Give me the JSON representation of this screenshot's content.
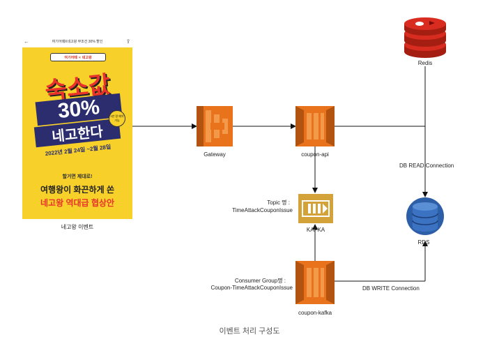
{
  "banner": {
    "header_title": "여기어때X네고왕 무조건 30% 할인",
    "badge": "여기어때 ✕ 네고왕",
    "headline_1": "숙소값",
    "headline_2": "30%",
    "headline_3": "네고한다",
    "dates": "2022년 2월 24일 ~2월 28일",
    "seal": "3만 명 예약가능",
    "line_1": "할거면 제대로!",
    "line_2": "여행왕이 화끈하게 쏜",
    "line_3": "네고왕 역대급 협상안",
    "caption": "네고왕 이벤트"
  },
  "nodes": {
    "gateway": "Gateway",
    "coupon_api": "coupon-api",
    "redis": "Redis",
    "kafka": "KAFKA",
    "rds": "RDS",
    "coupon_kafka": "coupon-kafka"
  },
  "labels": {
    "topic_1": "Topic 명 :",
    "topic_2": "TimeAttackCouponIssue",
    "consumer_1": "Consumer Group명 :",
    "consumer_2": "Coupon-TimeAttackCouponIssue",
    "db_read": "DB READ Connection",
    "db_write": "DB WRITE Connection"
  },
  "caption": "이벤트 처리 구성도",
  "colors": {
    "aws_orange": "#e8731c",
    "aws_orange_dark": "#b35310",
    "redis_red": "#c6302b",
    "kafka_gold": "#d3a33a",
    "rds_blue": "#2d5fa8",
    "line": "#111111"
  }
}
